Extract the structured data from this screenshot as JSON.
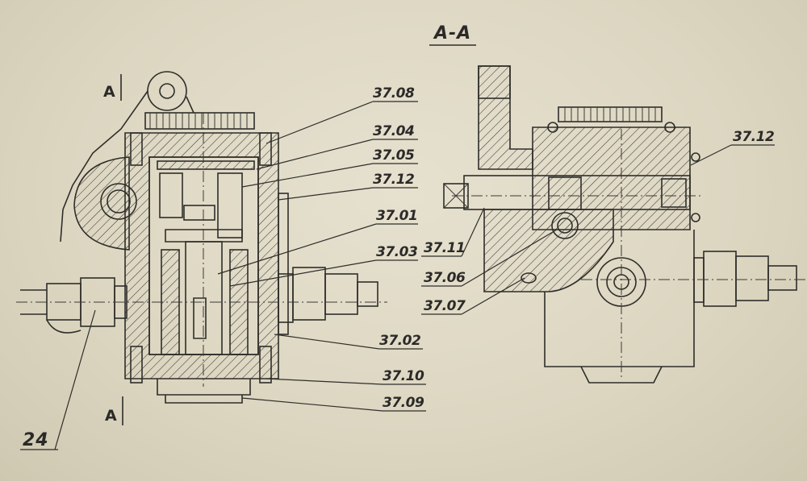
{
  "drawing": {
    "section_title": "A-A",
    "section_mark": "A",
    "left_view_labels": [
      "37.08",
      "37.04",
      "37.05",
      "37.12",
      "37.01",
      "37.03",
      "37.02",
      "37.10",
      "37.09"
    ],
    "left_ref": "24",
    "right_view_labels": [
      "37.12",
      "37.11",
      "37.06",
      "37.07"
    ]
  }
}
